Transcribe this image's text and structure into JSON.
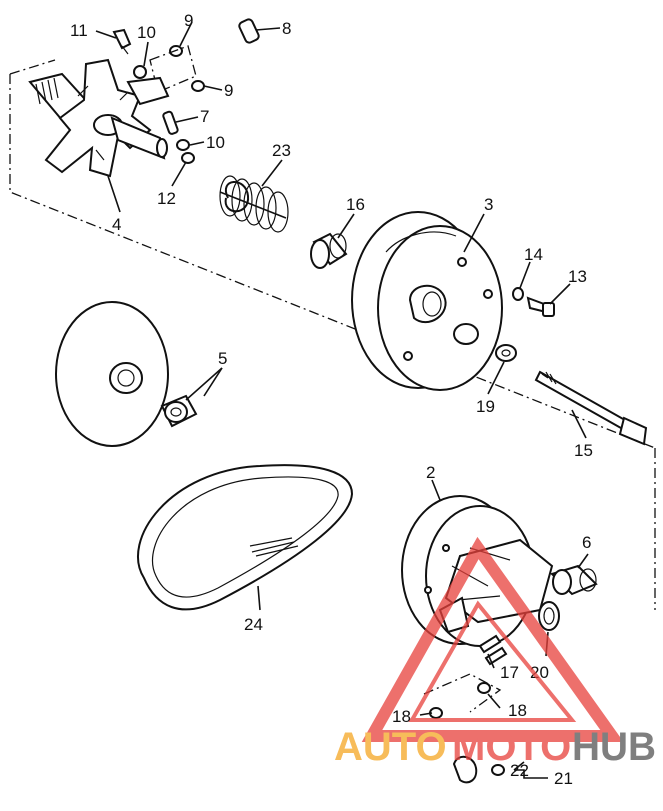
{
  "labels": {
    "p2": "2",
    "p3": "3",
    "p4": "4",
    "p5": "5",
    "p6": "6",
    "p7": "7",
    "p8": "8",
    "p9a": "9",
    "p9b": "9",
    "p10a": "10",
    "p10b": "10",
    "p11": "11",
    "p12": "12",
    "p13": "13",
    "p14": "14",
    "p15": "15",
    "p16": "16",
    "p17": "17",
    "p18a": "18",
    "p18b": "18",
    "p19": "19",
    "p20": "20",
    "p21": "21",
    "p22": "22",
    "p23": "23",
    "p24": "24"
  },
  "watermark": {
    "part1": "AUTO",
    "part2": "MOTO",
    "part3": "HUB",
    "color_orange": "#f5a623",
    "color_red": "#e8413c",
    "color_gray": "#555555"
  }
}
